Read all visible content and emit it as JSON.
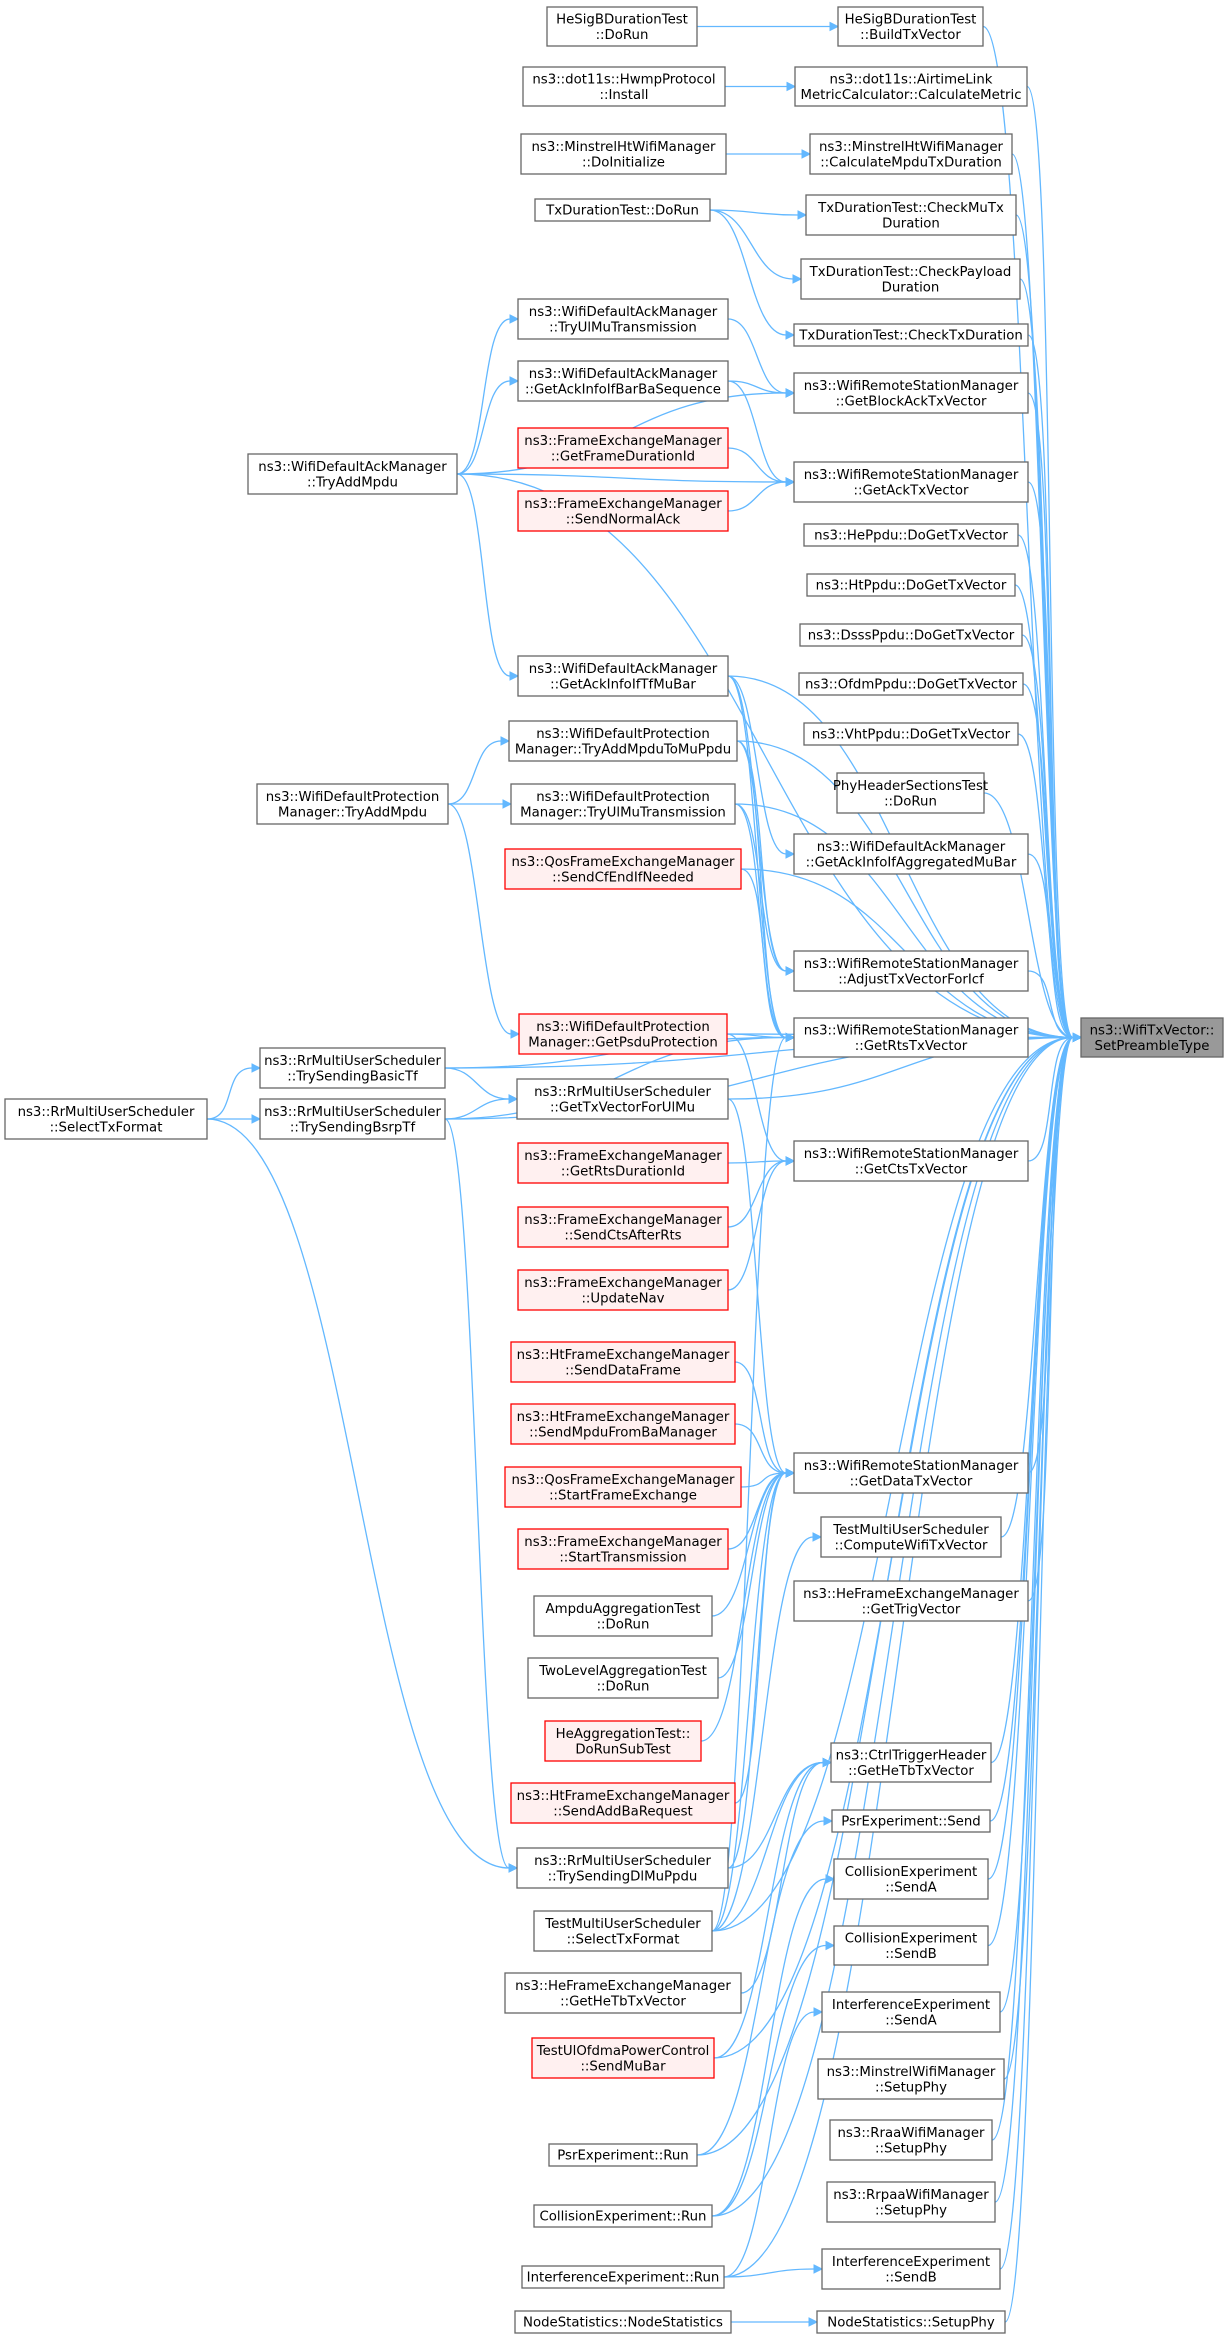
{
  "colors": {
    "edge": "#63b8ff",
    "normal_fill": "#ffffff",
    "normal_stroke": "#666666",
    "red_fill": "#fff0f0",
    "red_stroke": "#ff0000",
    "root_fill": "#999999",
    "root_stroke": "#666666",
    "text": "#000000"
  },
  "nodes": [
    {
      "id": "root",
      "style": "root",
      "lines": [
        "ns3::WifiTxVector::",
        "SetPreambleType"
      ]
    },
    {
      "id": "r1",
      "style": "normal",
      "lines": [
        "HeSigBDurationTest",
        "::BuildTxVector"
      ]
    },
    {
      "id": "r2",
      "style": "normal",
      "lines": [
        "ns3::dot11s::AirtimeLink",
        "MetricCalculator::CalculateMetric"
      ]
    },
    {
      "id": "r3",
      "style": "normal",
      "lines": [
        "ns3::MinstrelHtWifiManager",
        "::CalculateMpduTxDuration"
      ]
    },
    {
      "id": "r4",
      "style": "normal",
      "lines": [
        "TxDurationTest::CheckMuTx",
        "Duration"
      ]
    },
    {
      "id": "r5",
      "style": "normal",
      "lines": [
        "TxDurationTest::CheckPayload",
        "Duration"
      ]
    },
    {
      "id": "r6",
      "style": "normal",
      "lines": [
        "TxDurationTest::CheckTxDuration"
      ]
    },
    {
      "id": "r7",
      "style": "normal",
      "lines": [
        "ns3::WifiRemoteStationManager",
        "::GetBlockAckTxVector"
      ]
    },
    {
      "id": "r8",
      "style": "normal",
      "lines": [
        "ns3::WifiRemoteStationManager",
        "::GetAckTxVector"
      ]
    },
    {
      "id": "r9",
      "style": "normal",
      "lines": [
        "ns3::HePpdu::DoGetTxVector"
      ]
    },
    {
      "id": "r10",
      "style": "normal",
      "lines": [
        "ns3::HtPpdu::DoGetTxVector"
      ]
    },
    {
      "id": "r11",
      "style": "normal",
      "lines": [
        "ns3::DsssPpdu::DoGetTxVector"
      ]
    },
    {
      "id": "r12",
      "style": "normal",
      "lines": [
        "ns3::OfdmPpdu::DoGetTxVector"
      ]
    },
    {
      "id": "r13",
      "style": "normal",
      "lines": [
        "ns3::VhtPpdu::DoGetTxVector"
      ]
    },
    {
      "id": "r14",
      "style": "normal",
      "lines": [
        "PhyHeaderSectionsTest",
        "::DoRun"
      ]
    },
    {
      "id": "r15",
      "style": "normal",
      "lines": [
        "ns3::WifiDefaultAckManager",
        "::GetAckInfoIfAggregatedMuBar"
      ]
    },
    {
      "id": "r16",
      "style": "normal",
      "lines": [
        "ns3::WifiRemoteStationManager",
        "::AdjustTxVectorForIcf"
      ]
    },
    {
      "id": "r17",
      "style": "normal",
      "lines": [
        "ns3::WifiRemoteStationManager",
        "::GetRtsTxVector"
      ]
    },
    {
      "id": "r18",
      "style": "normal",
      "lines": [
        "ns3::WifiRemoteStationManager",
        "::GetCtsTxVector"
      ]
    },
    {
      "id": "r19",
      "style": "normal",
      "lines": [
        "ns3::WifiRemoteStationManager",
        "::GetDataTxVector"
      ]
    },
    {
      "id": "r20",
      "style": "normal",
      "lines": [
        "TestMultiUserScheduler",
        "::ComputeWifiTxVector"
      ]
    },
    {
      "id": "r21",
      "style": "normal",
      "lines": [
        "ns3::HeFrameExchangeManager",
        "::GetTrigVector"
      ]
    },
    {
      "id": "r22",
      "style": "normal",
      "lines": [
        "ns3::CtrlTriggerHeader",
        "::GetHeTbTxVector"
      ]
    },
    {
      "id": "r23",
      "style": "normal",
      "lines": [
        "PsrExperiment::Send"
      ]
    },
    {
      "id": "r24",
      "style": "normal",
      "lines": [
        "CollisionExperiment",
        "::SendA"
      ]
    },
    {
      "id": "r25",
      "style": "normal",
      "lines": [
        "CollisionExperiment",
        "::SendB"
      ]
    },
    {
      "id": "r26",
      "style": "normal",
      "lines": [
        "InterferenceExperiment",
        "::SendA"
      ]
    },
    {
      "id": "r27",
      "style": "normal",
      "lines": [
        "ns3::MinstrelWifiManager",
        "::SetupPhy"
      ]
    },
    {
      "id": "r28",
      "style": "normal",
      "lines": [
        "ns3::RraaWifiManager",
        "::SetupPhy"
      ]
    },
    {
      "id": "r29",
      "style": "normal",
      "lines": [
        "ns3::RrpaaWifiManager",
        "::SetupPhy"
      ]
    },
    {
      "id": "r30",
      "style": "normal",
      "lines": [
        "InterferenceExperiment",
        "::SendB"
      ]
    },
    {
      "id": "r31",
      "style": "normal",
      "lines": [
        "NodeStatistics::SetupPhy"
      ]
    },
    {
      "id": "m1",
      "style": "normal",
      "lines": [
        "HeSigBDurationTest",
        "::DoRun"
      ]
    },
    {
      "id": "m2",
      "style": "normal",
      "lines": [
        "ns3::dot11s::HwmpProtocol",
        "::Install"
      ]
    },
    {
      "id": "m3",
      "style": "normal",
      "lines": [
        "ns3::MinstrelHtWifiManager",
        "::DoInitialize"
      ]
    },
    {
      "id": "m4",
      "style": "normal",
      "lines": [
        "TxDurationTest::DoRun"
      ]
    },
    {
      "id": "m5",
      "style": "normal",
      "lines": [
        "ns3::WifiDefaultAckManager",
        "::TryUlMuTransmission"
      ]
    },
    {
      "id": "m6",
      "style": "normal",
      "lines": [
        "ns3::WifiDefaultAckManager",
        "::GetAckInfoIfBarBaSequence"
      ]
    },
    {
      "id": "m7",
      "style": "red",
      "lines": [
        "ns3::FrameExchangeManager",
        "::GetFrameDurationId"
      ]
    },
    {
      "id": "m8",
      "style": "red",
      "lines": [
        "ns3::FrameExchangeManager",
        "::SendNormalAck"
      ]
    },
    {
      "id": "m9",
      "style": "normal",
      "lines": [
        "ns3::WifiDefaultAckManager",
        "::GetAckInfoIfTfMuBar"
      ]
    },
    {
      "id": "m10",
      "style": "normal",
      "lines": [
        "ns3::WifiDefaultProtection",
        "Manager::TryAddMpduToMuPpdu"
      ]
    },
    {
      "id": "m11",
      "style": "normal",
      "lines": [
        "ns3::WifiDefaultProtection",
        "Manager::TryUlMuTransmission"
      ]
    },
    {
      "id": "m12",
      "style": "red",
      "lines": [
        "ns3::QosFrameExchangeManager",
        "::SendCfEndIfNeeded"
      ]
    },
    {
      "id": "m13",
      "style": "red",
      "lines": [
        "ns3::WifiDefaultProtection",
        "Manager::GetPsduProtection"
      ]
    },
    {
      "id": "m14",
      "style": "normal",
      "lines": [
        "ns3::RrMultiUserScheduler",
        "::GetTxVectorForUlMu"
      ]
    },
    {
      "id": "m15",
      "style": "red",
      "lines": [
        "ns3::FrameExchangeManager",
        "::GetRtsDurationId"
      ]
    },
    {
      "id": "m16",
      "style": "red",
      "lines": [
        "ns3::FrameExchangeManager",
        "::SendCtsAfterRts"
      ]
    },
    {
      "id": "m17",
      "style": "red",
      "lines": [
        "ns3::FrameExchangeManager",
        "::UpdateNav"
      ]
    },
    {
      "id": "m18",
      "style": "red",
      "lines": [
        "ns3::HtFrameExchangeManager",
        "::SendDataFrame"
      ]
    },
    {
      "id": "m19",
      "style": "red",
      "lines": [
        "ns3::HtFrameExchangeManager",
        "::SendMpduFromBaManager"
      ]
    },
    {
      "id": "m20",
      "style": "red",
      "lines": [
        "ns3::QosFrameExchangeManager",
        "::StartFrameExchange"
      ]
    },
    {
      "id": "m21",
      "style": "red",
      "lines": [
        "ns3::FrameExchangeManager",
        "::StartTransmission"
      ]
    },
    {
      "id": "m22",
      "style": "normal",
      "lines": [
        "AmpduAggregationTest",
        "::DoRun"
      ]
    },
    {
      "id": "m23",
      "style": "normal",
      "lines": [
        "TwoLevelAggregationTest",
        "::DoRun"
      ]
    },
    {
      "id": "m24",
      "style": "red",
      "lines": [
        "HeAggregationTest::",
        "DoRunSubTest"
      ]
    },
    {
      "id": "m25",
      "style": "red",
      "lines": [
        "ns3::HtFrameExchangeManager",
        "::SendAddBaRequest"
      ]
    },
    {
      "id": "m26",
      "style": "normal",
      "lines": [
        "ns3::RrMultiUserScheduler",
        "::TrySendingDlMuPpdu"
      ]
    },
    {
      "id": "m27",
      "style": "normal",
      "lines": [
        "TestMultiUserScheduler",
        "::SelectTxFormat"
      ]
    },
    {
      "id": "m28",
      "style": "normal",
      "lines": [
        "ns3::HeFrameExchangeManager",
        "::GetHeTbTxVector"
      ]
    },
    {
      "id": "m29",
      "style": "red",
      "lines": [
        "TestUlOfdmaPowerControl",
        "::SendMuBar"
      ]
    },
    {
      "id": "m30",
      "style": "normal",
      "lines": [
        "PsrExperiment::Run"
      ]
    },
    {
      "id": "m31",
      "style": "normal",
      "lines": [
        "CollisionExperiment::Run"
      ]
    },
    {
      "id": "m32",
      "style": "normal",
      "lines": [
        "InterferenceExperiment::Run"
      ]
    },
    {
      "id": "m33",
      "style": "normal",
      "lines": [
        "NodeStatistics::NodeStatistics"
      ]
    },
    {
      "id": "l1",
      "style": "normal",
      "lines": [
        "ns3::WifiDefaultAckManager",
        "::TryAddMpdu"
      ]
    },
    {
      "id": "l2",
      "style": "normal",
      "lines": [
        "ns3::WifiDefaultProtection",
        "Manager::TryAddMpdu"
      ]
    },
    {
      "id": "l3",
      "style": "normal",
      "lines": [
        "ns3::RrMultiUserScheduler",
        "::TrySendingBasicTf"
      ]
    },
    {
      "id": "l4",
      "style": "normal",
      "lines": [
        "ns3::RrMultiUserScheduler",
        "::TrySendingBsrpTf"
      ]
    },
    {
      "id": "l0",
      "style": "normal",
      "lines": [
        "ns3::RrMultiUserScheduler",
        "::SelectTxFormat"
      ]
    }
  ],
  "edges": [
    [
      "r1",
      "root"
    ],
    [
      "r2",
      "root"
    ],
    [
      "r3",
      "root"
    ],
    [
      "r4",
      "root"
    ],
    [
      "r5",
      "root"
    ],
    [
      "r6",
      "root"
    ],
    [
      "r7",
      "root"
    ],
    [
      "r8",
      "root"
    ],
    [
      "r9",
      "root"
    ],
    [
      "r10",
      "root"
    ],
    [
      "r11",
      "root"
    ],
    [
      "r12",
      "root"
    ],
    [
      "r13",
      "root"
    ],
    [
      "r14",
      "root"
    ],
    [
      "r15",
      "root"
    ],
    [
      "r16",
      "root"
    ],
    [
      "r17",
      "root"
    ],
    [
      "r18",
      "root"
    ],
    [
      "r19",
      "root"
    ],
    [
      "r20",
      "root"
    ],
    [
      "r21",
      "root"
    ],
    [
      "r22",
      "root"
    ],
    [
      "r23",
      "root"
    ],
    [
      "r24",
      "root"
    ],
    [
      "r25",
      "root"
    ],
    [
      "r26",
      "root"
    ],
    [
      "r27",
      "root"
    ],
    [
      "r28",
      "root"
    ],
    [
      "r29",
      "root"
    ],
    [
      "r30",
      "root"
    ],
    [
      "r31",
      "root"
    ],
    [
      "m9",
      "root"
    ],
    [
      "m10",
      "root"
    ],
    [
      "m11",
      "root"
    ],
    [
      "m12",
      "root"
    ],
    [
      "m13",
      "root"
    ],
    [
      "m14",
      "root"
    ],
    [
      "l1",
      "root"
    ],
    [
      "l3",
      "root"
    ],
    [
      "l4",
      "root"
    ],
    [
      "m27",
      "root"
    ],
    [
      "m29",
      "root"
    ],
    [
      "m30",
      "root"
    ],
    [
      "m31",
      "root"
    ],
    [
      "m32",
      "root"
    ],
    [
      "m1",
      "r1"
    ],
    [
      "m2",
      "r2"
    ],
    [
      "m3",
      "r3"
    ],
    [
      "m4",
      "r4"
    ],
    [
      "m4",
      "r5"
    ],
    [
      "m4",
      "r6"
    ],
    [
      "m5",
      "r7"
    ],
    [
      "m6",
      "r7"
    ],
    [
      "l1",
      "r7"
    ],
    [
      "m7",
      "r8"
    ],
    [
      "m8",
      "r8"
    ],
    [
      "m6",
      "r8"
    ],
    [
      "l1",
      "r8"
    ],
    [
      "m9",
      "r15"
    ],
    [
      "m9",
      "r16"
    ],
    [
      "m10",
      "r16"
    ],
    [
      "m11",
      "r16"
    ],
    [
      "m13",
      "r17"
    ],
    [
      "m10",
      "r17"
    ],
    [
      "m11",
      "r17"
    ],
    [
      "m9",
      "r17"
    ],
    [
      "m12",
      "r17"
    ],
    [
      "l3",
      "r17"
    ],
    [
      "l4",
      "r17"
    ],
    [
      "m27",
      "r17"
    ],
    [
      "m13",
      "r18"
    ],
    [
      "m15",
      "r18"
    ],
    [
      "m16",
      "r18"
    ],
    [
      "m17",
      "r18"
    ],
    [
      "m18",
      "r19"
    ],
    [
      "m19",
      "r19"
    ],
    [
      "m20",
      "r19"
    ],
    [
      "m21",
      "r19"
    ],
    [
      "m22",
      "r19"
    ],
    [
      "m23",
      "r19"
    ],
    [
      "m24",
      "r19"
    ],
    [
      "m25",
      "r19"
    ],
    [
      "m26",
      "r19"
    ],
    [
      "m27",
      "r19"
    ],
    [
      "m14",
      "r19"
    ],
    [
      "m27",
      "r20"
    ],
    [
      "m28",
      "r22"
    ],
    [
      "m29",
      "r22"
    ],
    [
      "m26",
      "r22"
    ],
    [
      "m27",
      "r22"
    ],
    [
      "m30",
      "r23"
    ],
    [
      "m31",
      "r24"
    ],
    [
      "m31",
      "r25"
    ],
    [
      "m32",
      "r26"
    ],
    [
      "m32",
      "r30"
    ],
    [
      "m33",
      "r31"
    ],
    [
      "l1",
      "m5"
    ],
    [
      "l1",
      "m6"
    ],
    [
      "l1",
      "m9"
    ],
    [
      "l2",
      "m10"
    ],
    [
      "l2",
      "m11"
    ],
    [
      "l2",
      "m13"
    ],
    [
      "l3",
      "m14"
    ],
    [
      "l4",
      "m14"
    ],
    [
      "l4",
      "m26"
    ],
    [
      "l0",
      "l3"
    ],
    [
      "l0",
      "l4"
    ],
    [
      "l0",
      "m26"
    ]
  ]
}
